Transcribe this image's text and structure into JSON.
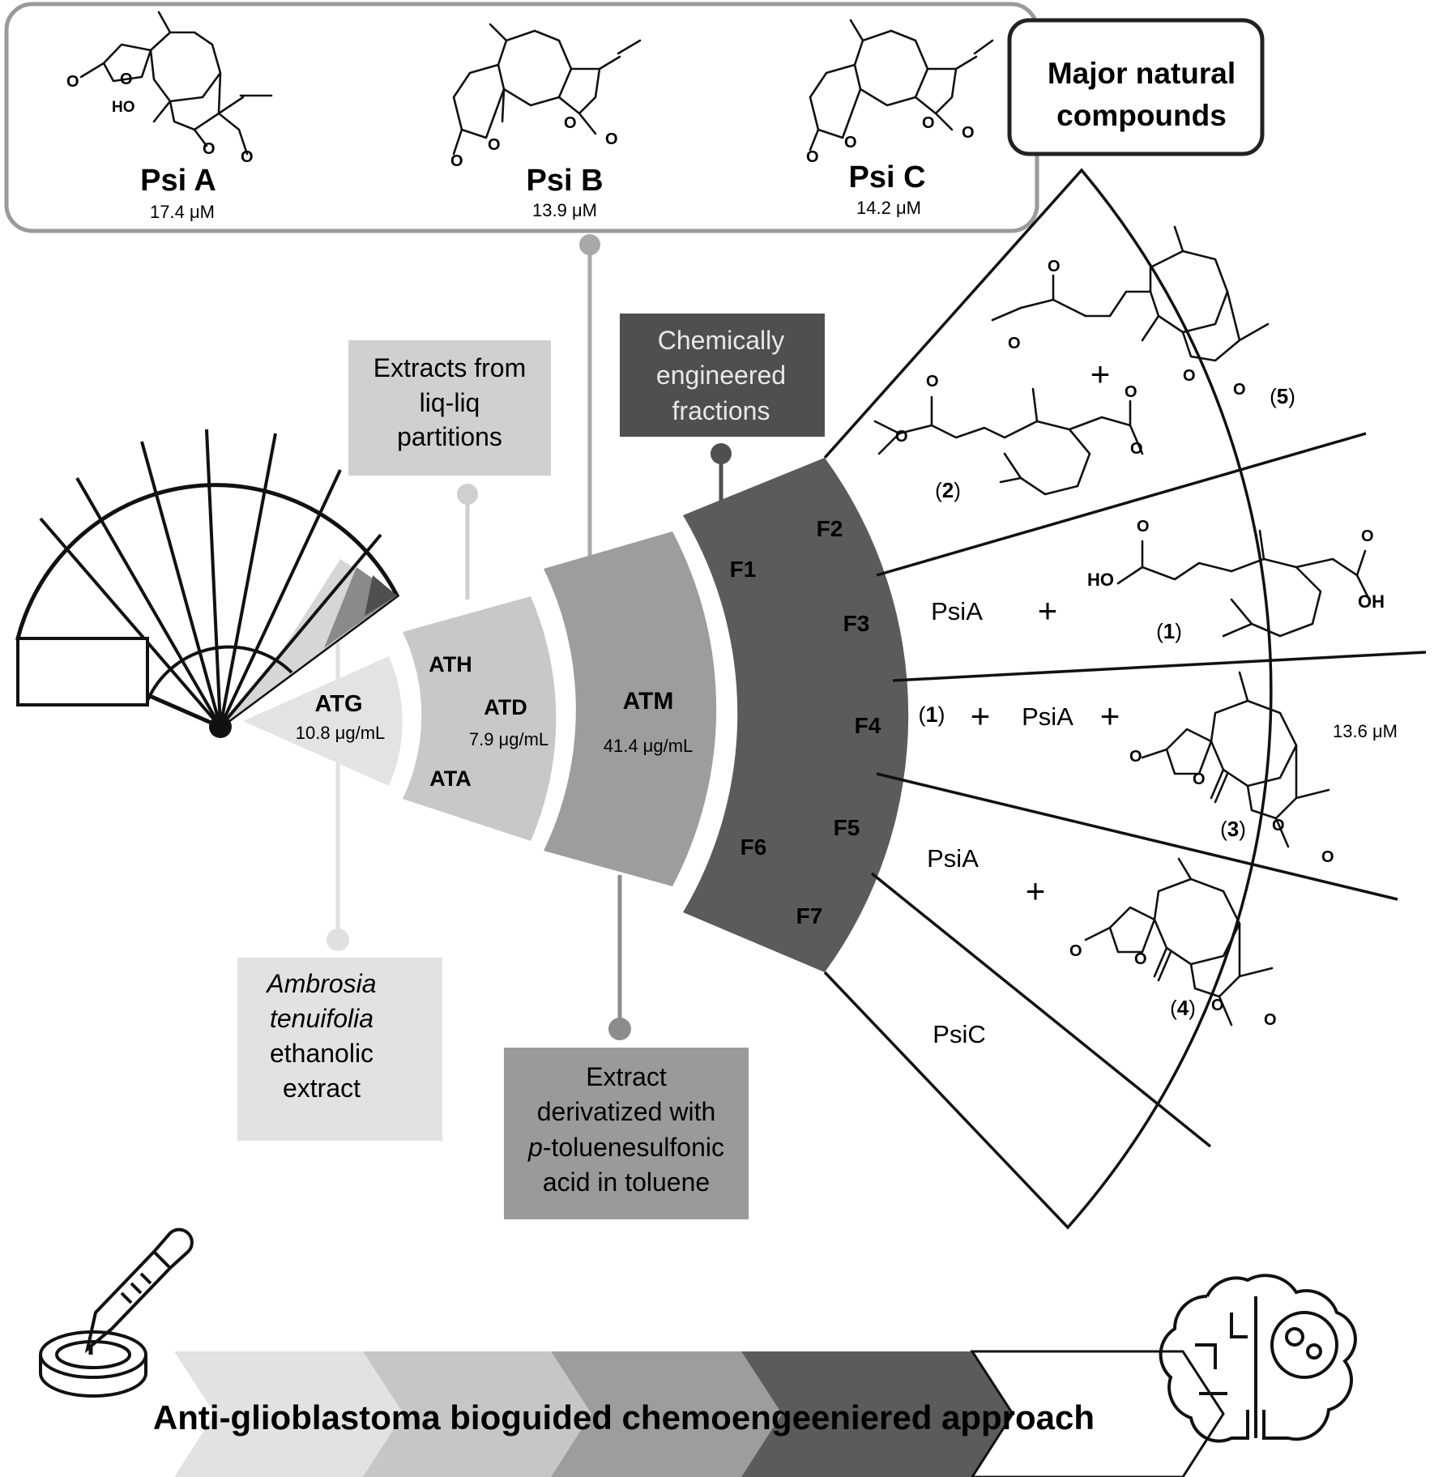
{
  "major_box": {
    "title_line1": "Major natural",
    "title_line2": "compounds",
    "compounds": [
      {
        "name": "Psi A",
        "ic50": "17.4 μM"
      },
      {
        "name": "Psi B",
        "ic50": "13.9 μM"
      },
      {
        "name": "Psi C",
        "ic50": "14.2 μM"
      }
    ]
  },
  "callouts": {
    "liq": {
      "line1": "Extracts from",
      "line2": "liq-liq",
      "line3": "partitions"
    },
    "chem": {
      "line1": "Chemically",
      "line2": "engineered",
      "line3": "fractions"
    },
    "ambrosia": {
      "line1": "Ambrosia",
      "line2": "tenuifolia",
      "line3": "ethanolic",
      "line4": "extract"
    },
    "deriv": {
      "line1": "Extract",
      "line2": "derivatized with",
      "line3_italic": "p",
      "line3_rest": "-toluenesulfonic",
      "line4": "acid in toluene"
    }
  },
  "sectors": {
    "atg": {
      "label": "ATG",
      "value": "10.8 μg/mL"
    },
    "ath": "ATH",
    "atd": {
      "label": "ATD",
      "value": "7.9 μg/mL"
    },
    "ata": "ATA",
    "atm": {
      "label": "ATM",
      "value": "41.4 μg/mL"
    },
    "fractions": [
      "F1",
      "F2",
      "F3",
      "F4",
      "F5",
      "F6",
      "F7"
    ]
  },
  "outer": {
    "row1": {
      "plus": "+",
      "label": "(5)",
      "label_open": "(",
      "label_num": "5",
      "label_close": ")",
      "label2_open": "(",
      "label2_num": "2",
      "label2_close": ")"
    },
    "row2": {
      "text": "PsiA",
      "plus": "+",
      "label_open": "(",
      "label_num": "1",
      "label_close": ")",
      "ho": "HO",
      "oh": "OH",
      "o1": "O",
      "o2": "O"
    },
    "row3": {
      "lead_open": "(",
      "lead_num": "1",
      "lead_close": ")",
      "plus1": "+",
      "text": "PsiA",
      "plus2": "+",
      "ic50": "13.6 μM",
      "label_open": "(",
      "label_num": "3",
      "label_close": ")"
    },
    "row4": {
      "text": "PsiA",
      "plus": "+",
      "label_open": "(",
      "label_num": "4",
      "label_close": ")"
    },
    "row5": {
      "text": "PsiC"
    }
  },
  "atoms": {
    "o": "O",
    "ho": "HO"
  },
  "banner": {
    "text": "Anti-glioblastoma bioguided chemoengeeniered approach"
  },
  "colors": {
    "atg": "#e3e3e3",
    "atd": "#c8c8c8",
    "atm": "#9d9d9d",
    "fractions": "#5b5b5b",
    "box_border": "#9a9a9a"
  }
}
